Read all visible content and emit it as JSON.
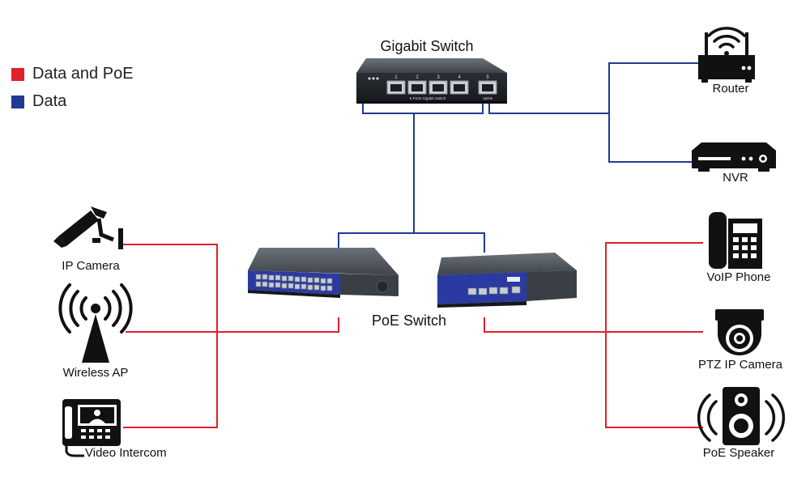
{
  "legend": {
    "items": [
      {
        "label": "Data and PoE",
        "color": "#e0202a"
      },
      {
        "label": "Data",
        "color": "#1f3a93"
      }
    ]
  },
  "colors": {
    "poe_line": "#e0202a",
    "data_line": "#1f3a93"
  },
  "gigabit_switch": {
    "title": "Gigabit Switch",
    "port_numbers": [
      "1",
      "2",
      "3",
      "4",
      "5"
    ],
    "front_text": "5 Ports Gigabit Switch",
    "uplink_text": "Uplink"
  },
  "poe_switch": {
    "label": "PoE Switch"
  },
  "left_devices": [
    {
      "label": "IP Camera",
      "icon": "cctv-camera-icon"
    },
    {
      "label": "Wireless AP",
      "icon": "wireless-ap-icon"
    },
    {
      "label": "Video Intercom",
      "icon": "video-intercom-icon"
    }
  ],
  "right_devices": [
    {
      "label": "Router",
      "icon": "router-icon"
    },
    {
      "label": "NVR",
      "icon": "nvr-icon"
    },
    {
      "label": "VoIP Phone",
      "icon": "voip-phone-icon"
    },
    {
      "label": "PTZ IP Camera",
      "icon": "ptz-camera-icon"
    },
    {
      "label": "PoE Speaker",
      "icon": "speaker-icon"
    }
  ]
}
